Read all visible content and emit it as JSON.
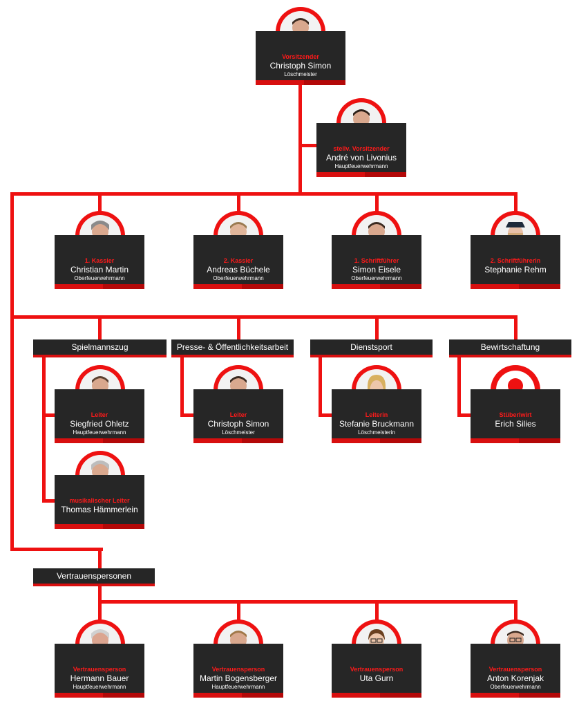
{
  "board": {
    "chair": {
      "role": "Vorsitzender",
      "name": "Christoph Simon",
      "rank": "Löschmeister"
    },
    "deputy": {
      "role": "stellv. Vorsitzender",
      "name": "André von Livonius",
      "rank": "Hauptfeuerwehrmann"
    },
    "officers": [
      {
        "role": "1. Kassier",
        "name": "Christian Martin",
        "rank": "Oberfeuerwehrmann"
      },
      {
        "role": "2. Kassier",
        "name": "Andreas Büchele",
        "rank": "Oberfeuerwehrmann"
      },
      {
        "role": "1. Schriftführer",
        "name": "Simon Eisele",
        "rank": "Oberfeuerwehrmann"
      },
      {
        "role": "2. Schriftführerin",
        "name": "Stephanie Rehm",
        "rank": ""
      }
    ]
  },
  "departments": [
    {
      "title": "Spielmannszug"
    },
    {
      "title": "Presse- & Öffentlichkeitsarbeit"
    },
    {
      "title": "Dienstsport"
    },
    {
      "title": "Bewirtschaftung"
    }
  ],
  "department_members": [
    {
      "role": "Leiter",
      "name": "Siegfried Ohletz",
      "rank": "Hauptfeuerwehrmann"
    },
    {
      "role": "Leiter",
      "name": "Christoph Simon",
      "rank": "Löschmeister"
    },
    {
      "role": "Leiterin",
      "name": "Stefanie Bruckmann",
      "rank": "Löschmeisterin"
    },
    {
      "role": "Stüberlwirt",
      "name": "Erich Silies",
      "rank": ""
    },
    {
      "role": "musikalischer Leiter",
      "name": "Thomas Hämmerlein",
      "rank": ""
    }
  ],
  "trust": {
    "title": "Vertrauenspersonen",
    "members": [
      {
        "role": "Vertrauensperson",
        "name": "Hermann Bauer",
        "rank": "Hauptfeuerwehrmann"
      },
      {
        "role": "Vertrauensperson",
        "name": "Martin Bogensberger",
        "rank": "Hauptfeuerwehrmann"
      },
      {
        "role": "Vertrauensperson",
        "name": "Uta Gurn",
        "rank": ""
      },
      {
        "role": "Vertrauensperson",
        "name": "Anton Korenjak",
        "rank": "Oberfeuerwehrmann"
      }
    ]
  },
  "colors": {
    "accent": "#ee1111",
    "card": "#262626",
    "role_text": "#ff1a1a"
  }
}
